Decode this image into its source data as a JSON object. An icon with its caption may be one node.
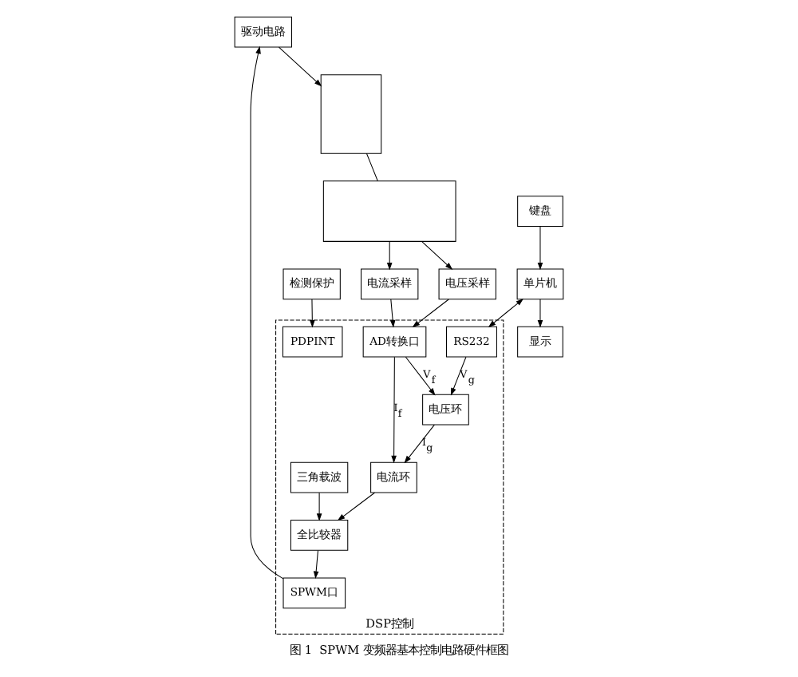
{
  "diagram": {
    "caption": "图 1  SPWM 变频器基本控制电路硬件框图",
    "nodes": [
      {
        "text": [],
        "shape": "box"
      },
      {
        "text": [],
        "shape": "box"
      },
      {
        "text": [
          "电流采样"
        ]
      },
      {
        "text": [
          "电压采样"
        ]
      },
      {
        "text": [
          "驱动电路"
        ]
      },
      {
        "text": [
          "检测保护"
        ]
      },
      {
        "text": [
          "DSP控制"
        ]
      },
      {
        "text": [
          "SPWM口"
        ],
        "in": 6
      },
      {
        "text": [
          "PDPINT"
        ],
        "in": 6
      },
      {
        "text": [
          "AD转换口"
        ],
        "in": 6
      },
      {
        "text": [
          "RS232"
        ],
        "in": 6
      },
      {
        "text": [
          "三角载波"
        ],
        "in": 6
      },
      {
        "text": [
          "电流环"
        ],
        "in": 6
      },
      {
        "text": [
          "电压环"
        ],
        "in": 6
      },
      {
        "text": [
          "全比较器"
        ],
        "in": 6
      },
      {
        "text": [
          "键盘"
        ]
      },
      {
        "text": [
          "单片机"
        ]
      },
      {
        "text": [
          "显示"
        ]
      }
    ],
    "edges": [
      {
        "from": 0,
        "to": 1,
        "arrow": "none"
      },
      {
        "from": 1,
        "to": 2,
        "arrow": "to"
      },
      {
        "from": 1,
        "to": 3,
        "arrow": "to"
      },
      {
        "from": 2,
        "to": 9,
        "arrow": "to"
      },
      {
        "from": 3,
        "to": 9,
        "arrow": "to"
      },
      {
        "from": 4,
        "to": 0,
        "arrow": "to"
      },
      {
        "from": 7,
        "to": 4,
        "arrow": "to"
      },
      {
        "from": 5,
        "to": 8,
        "arrow": "to"
      },
      {
        "from": 9,
        "to": 12,
        "arrow": "to",
        "label": "I$_{f}$"
      },
      {
        "from": 9,
        "to": 13,
        "arrow": "to",
        "label": "V$_{f}$"
      },
      {
        "from": 13,
        "to": 12,
        "arrow": "to",
        "label": "I$_{g}$"
      },
      {
        "from": 12,
        "to": 14,
        "arrow": "to"
      },
      {
        "from": 11,
        "to": 14,
        "arrow": "to"
      },
      {
        "from": 14,
        "to": 7,
        "arrow": "to"
      },
      {
        "from": 15,
        "to": 16,
        "arrow": "to"
      },
      {
        "from": 16,
        "to": 10,
        "arrow": "both"
      },
      {
        "from": 16,
        "to": 17,
        "arrow": "to"
      },
      {
        "from": 10,
        "to": 13,
        "arrow": "to",
        "label": "V$_{g}$"
      }
    ]
  }
}
